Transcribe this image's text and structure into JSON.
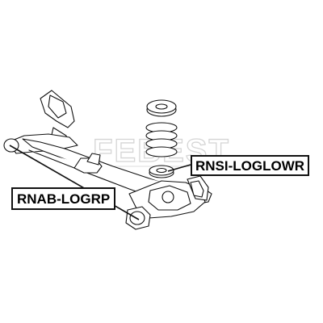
{
  "diagram": {
    "watermark": "FEBEST",
    "part_labels": {
      "top": "RNSI-LOGLOWR",
      "bottom": "RNAB-LOGRP"
    },
    "colors": {
      "line": "#111111",
      "watermark": "#d9d9d9",
      "background": "#ffffff"
    }
  }
}
